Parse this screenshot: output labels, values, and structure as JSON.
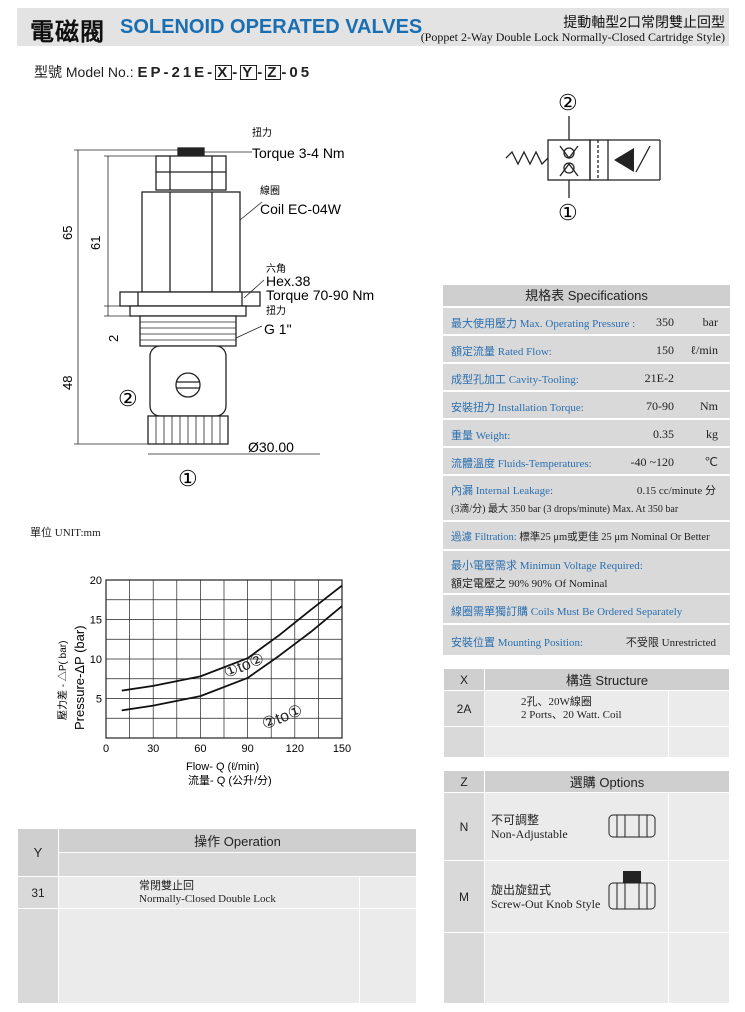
{
  "header": {
    "title_zh": "電磁閥",
    "title_en": "SOLENOID OPERATED VALVES",
    "subtitle_zh": "提動軸型2口常閉雙止回型",
    "subtitle_en": "(Poppet 2-Way Double Lock Normally-Closed Cartridge Style)"
  },
  "model": {
    "label": "型號 Model No.:",
    "prefix": "EP-21E-",
    "x": "X",
    "y": "Y",
    "z": "Z",
    "suffix": "-05",
    "dash": "-"
  },
  "drawing": {
    "torque_zh": "扭力",
    "torque": "Torque 3-4 Nm",
    "coil_zh": "線圈",
    "coil": "Coil EC-04W",
    "hex_zh": "六角",
    "hex": "Hex.38",
    "torque2": "Torque 70-90 Nm",
    "torque2_zh": "扭力",
    "thread": "G 1\"",
    "dim_65": "65",
    "dim_61": "61",
    "dim_2": "2",
    "dim_48": "48",
    "diameter": "Ø30.00",
    "port1": "①",
    "port2": "②",
    "unit": "單位 UNIT:mm"
  },
  "symbol": {
    "port1": "①",
    "port2": "②"
  },
  "chart_data": {
    "type": "line",
    "xlabel": "Flow- Q (ℓ/min)",
    "xlabel_zh": "流量- Q (公升/分)",
    "ylabel": "Pressure-ΔP (bar)",
    "ylabel_zh": "壓力差 - △P( bar)",
    "xlim": [
      0,
      150
    ],
    "ylim": [
      0,
      20
    ],
    "x_ticks": [
      "0",
      "30",
      "60",
      "90",
      "120",
      "150"
    ],
    "y_ticks": [
      "5",
      "10",
      "15",
      "20"
    ],
    "grid": true,
    "series": [
      {
        "name": "①to②",
        "x": [
          10,
          30,
          60,
          90,
          110,
          130,
          150
        ],
        "y": [
          6,
          6.6,
          7.8,
          10.1,
          13,
          16.2,
          19.3
        ]
      },
      {
        "name": "②to①",
        "x": [
          10,
          30,
          60,
          90,
          110,
          130,
          150
        ],
        "y": [
          3.5,
          4.1,
          5.3,
          7.6,
          10.4,
          13.4,
          16.7
        ]
      }
    ]
  },
  "specs": {
    "title": "規格表 Specifications",
    "rows": [
      {
        "label": "最大使用壓力 Max. Operating Pressure :",
        "value": "350",
        "unit": "bar"
      },
      {
        "label": "額定流量 Rated Flow:",
        "value": "150",
        "unit": "ℓ/min"
      },
      {
        "label": "成型孔加工 Cavity-Tooling:",
        "value": "21E-2",
        "unit": ""
      },
      {
        "label": "安裝扭力 Installation Torque:",
        "value": "70-90",
        "unit": "Nm"
      },
      {
        "label": "重量 Weight:",
        "value": "0.35",
        "unit": "kg"
      },
      {
        "label": "流體溫度 Fluids-Temperatures:",
        "value": "-40 ~120",
        "unit": "℃"
      }
    ],
    "leakage_label": "內漏 Internal Leakage:",
    "leakage_value": "0.15 cc/minute 分",
    "leakage_note": "(3滴/分) 最大 350 bar   (3 drops/minute) Max. At 350 bar",
    "filtration_label": "過濾 Filtration:",
    "filtration_text": "標準25 μm或更佳 25 μm Nominal Or Better",
    "voltage_label": "最小電壓需求 Minimun Voltage Required:",
    "voltage_text": "額定電壓之 90%      90% Of Nominal",
    "coils_note": "線圈需單獨訂購 Coils Must Be Ordered Separately",
    "mount_label": "安裝位置 Mounting Position:",
    "mount_value": "不受限  Unrestricted"
  },
  "operation": {
    "code_header": "Y",
    "title": "操作 Operation",
    "rows": [
      {
        "code": "31",
        "zh": "常閉雙止回",
        "en": "Normally-Closed Double Lock"
      }
    ]
  },
  "structure": {
    "code_header": "X",
    "title": "構造 Structure",
    "rows": [
      {
        "code": "2A",
        "zh": "2孔、20W線圈",
        "en": "2 Ports、20 Watt. Coil"
      }
    ]
  },
  "options": {
    "code_header": "Z",
    "title": "選購 Options",
    "rows": [
      {
        "code": "N",
        "zh": "不可調整",
        "en": "Non-Adjustable"
      },
      {
        "code": "M",
        "zh": "旋出旋鈕式",
        "en": "Screw-Out Knob Style"
      }
    ]
  }
}
